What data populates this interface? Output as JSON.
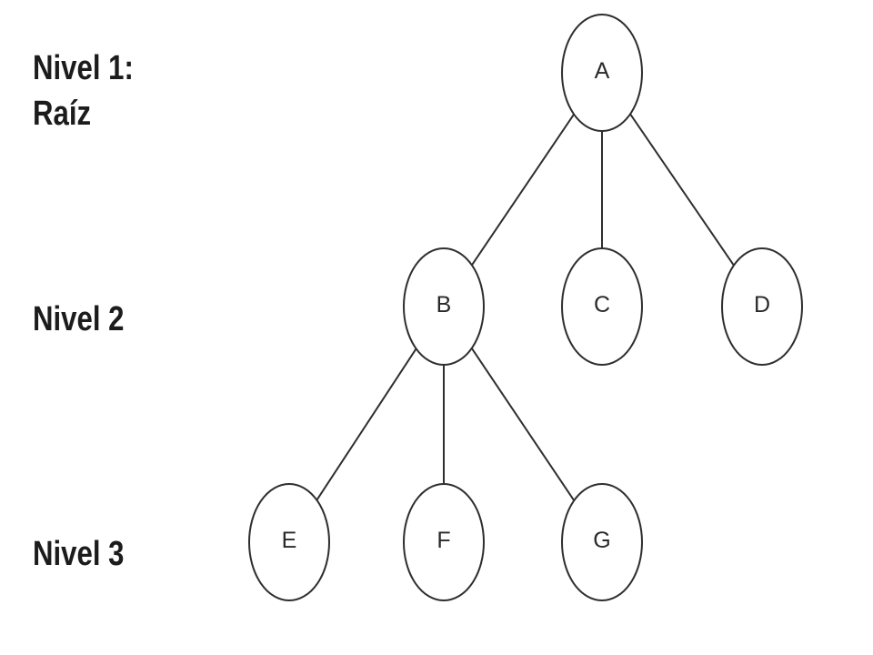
{
  "levels": [
    {
      "lines": [
        "Nivel 1:",
        "Raíz"
      ]
    },
    {
      "lines": [
        "Nivel 2"
      ]
    },
    {
      "lines": [
        "Nivel 3"
      ]
    }
  ],
  "nodes": [
    {
      "id": "A",
      "label": "A",
      "level": 1
    },
    {
      "id": "B",
      "label": "B",
      "level": 2
    },
    {
      "id": "C",
      "label": "C",
      "level": 2
    },
    {
      "id": "D",
      "label": "D",
      "level": 2
    },
    {
      "id": "E",
      "label": "E",
      "level": 3
    },
    {
      "id": "F",
      "label": "F",
      "level": 3
    },
    {
      "id": "G",
      "label": "G",
      "level": 3
    }
  ],
  "edges": [
    {
      "from": "A",
      "to": "B"
    },
    {
      "from": "A",
      "to": "C"
    },
    {
      "from": "A",
      "to": "D"
    },
    {
      "from": "B",
      "to": "E"
    },
    {
      "from": "B",
      "to": "F"
    },
    {
      "from": "B",
      "to": "G"
    }
  ],
  "colors": {
    "stroke": "#2e2e2e",
    "text": "#1c1c1c",
    "background": "#ffffff"
  }
}
